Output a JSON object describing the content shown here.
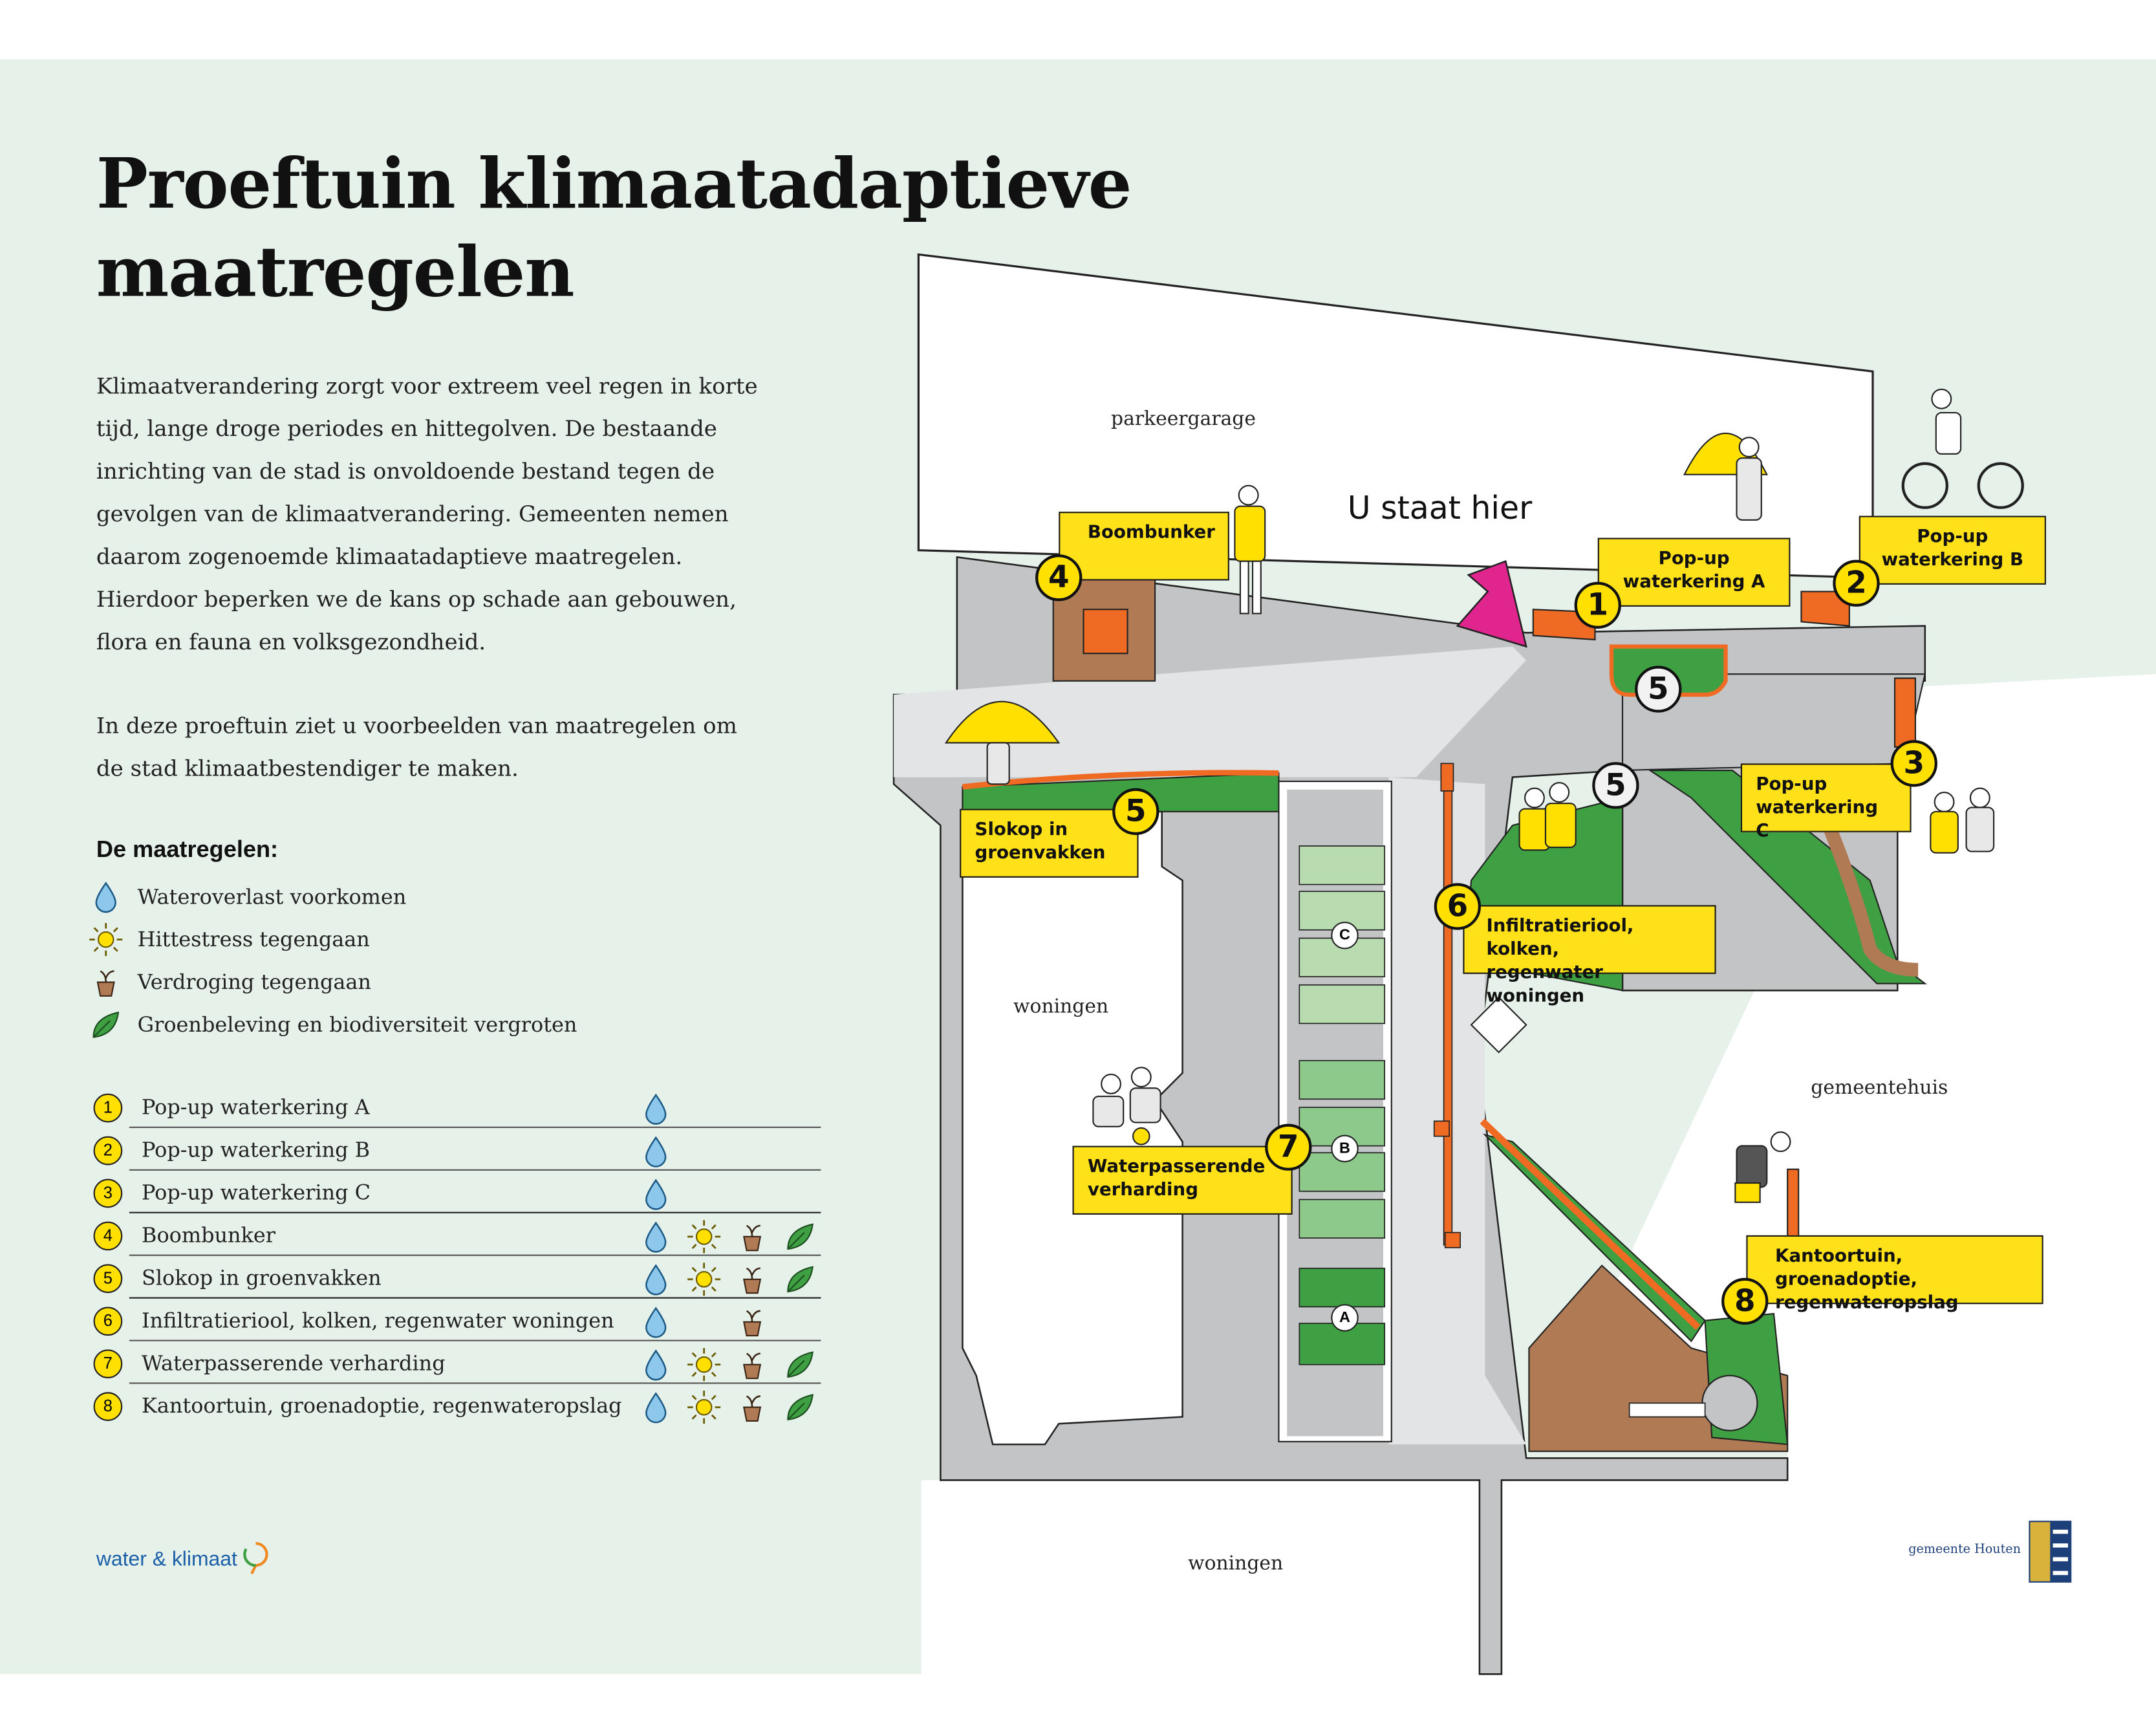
{
  "title": "Proeftuin klimaatadaptieve maatregelen",
  "intro": [
    "Klimaatverandering zorgt voor extreem veel regen in korte\ntijd, lange droge periodes en hittegolven. De bestaande\ninrichting van de stad is onvoldoende bestand tegen de\ngevolgen van de klimaatverandering. Gemeenten nemen\ndaarom zogenoemde klimaatadaptieve maatregelen.\nHierdoor beperken we de kans op schade aan gebouwen,\nflora en fauna en volksgezondheid.",
    "In deze proeftuin ziet u voorbeelden van maatregelen om\nde stad klimaatbestendiger te maken."
  ],
  "categories_heading": "De maatregelen:",
  "categories": [
    {
      "icon": "water-drop-icon",
      "label": "Wateroverlast voorkomen"
    },
    {
      "icon": "sun-icon",
      "label": "Hittestress tegengaan"
    },
    {
      "icon": "plant-pot-icon",
      "label": "Verdroging tegengaan"
    },
    {
      "icon": "leaf-icon",
      "label": "Groenbeleving en biodiversiteit vergroten"
    }
  ],
  "measures": [
    {
      "num": "1",
      "name": "Pop-up waterkering A",
      "icons": [
        "water-drop-icon"
      ]
    },
    {
      "num": "2",
      "name": "Pop-up waterkering B",
      "icons": [
        "water-drop-icon"
      ]
    },
    {
      "num": "3",
      "name": "Pop-up waterkering C",
      "icons": [
        "water-drop-icon"
      ]
    },
    {
      "num": "4",
      "name": "Boombunker",
      "icons": [
        "water-drop-icon",
        "sun-icon",
        "plant-pot-icon",
        "leaf-icon"
      ]
    },
    {
      "num": "5",
      "name": "Slokop in groenvakken",
      "icons": [
        "water-drop-icon",
        "sun-icon",
        "plant-pot-icon",
        "leaf-icon"
      ]
    },
    {
      "num": "6",
      "name": "Infiltratieriool, kolken, regenwater woningen",
      "icons": [
        "water-drop-icon",
        "plant-pot-icon"
      ]
    },
    {
      "num": "7",
      "name": "Waterpasserende verharding",
      "icons": [
        "water-drop-icon",
        "sun-icon",
        "plant-pot-icon",
        "leaf-icon"
      ]
    },
    {
      "num": "8",
      "name": "Kantoortuin, groenadoptie, regenwateropslag",
      "icons": [
        "water-drop-icon",
        "sun-icon",
        "plant-pot-icon",
        "leaf-icon"
      ]
    }
  ],
  "logo_left": "water & klimaat",
  "map": {
    "you_are_here": "U staat hier",
    "places": {
      "parkeergarage": "parkeergarage",
      "woningen_left": "woningen",
      "gemeentehuis": "gemeentehuis",
      "woningen_bottom": "woningen"
    },
    "callouts": {
      "c1": "Pop-up\nwaterkering A",
      "c2": "Pop-up\nwaterkering B",
      "c3": "Pop-up\nwaterkering C",
      "c4": "Boombunker",
      "c5": "Slokop in\ngroenvakken",
      "c6": "Infiltratieriool, kolken,\nregenwater woningen",
      "c7": "Waterpasserende\nverharding",
      "c8": "Kantoortuin, groenadoptie,\nregenwateropslag"
    },
    "numbers": [
      "1",
      "2",
      "3",
      "4",
      "5",
      "6",
      "7",
      "8"
    ],
    "zones": [
      "A",
      "B",
      "C"
    ],
    "colors": {
      "green": "#3ea043",
      "light_green": "#b8dbb0",
      "mid_green": "#8cc98a",
      "soil": "#b07a55",
      "orange": "#ef6a23",
      "pavement": "#c3c4c6",
      "light_pavement": "#e3e4e6",
      "magenta": "#e0268e",
      "yellow": "#ffe11a"
    }
  },
  "logo_right": "gemeente Houten"
}
